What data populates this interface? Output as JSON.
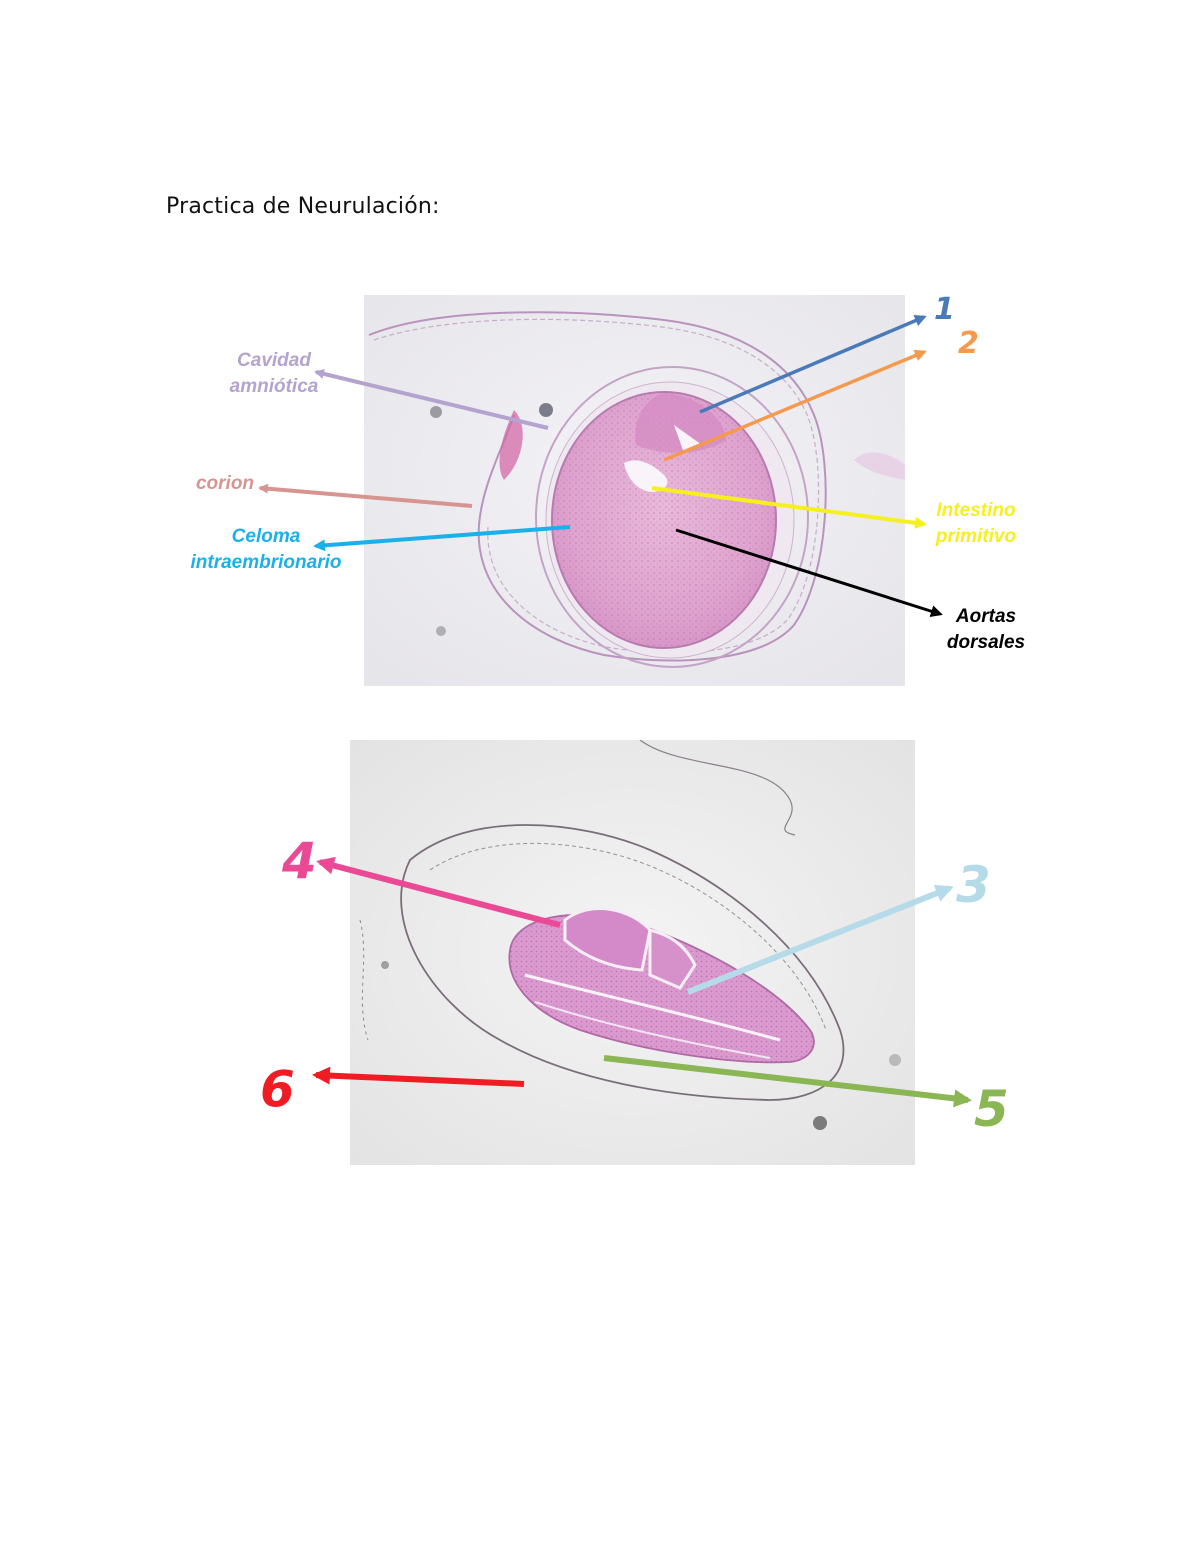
{
  "title": "Practica de Neurulación:",
  "figure1": {
    "labels": {
      "cavidad_line1": "Cavidad",
      "cavidad_line2": "amniótica",
      "corion": "corion",
      "celoma_line1": "Celoma",
      "celoma_line2": "intraembrionario",
      "num1": "1",
      "num2": "2",
      "intestino_line1": "Intestino",
      "intestino_line2": "primitivo",
      "aortas_line1": "Aortas",
      "aortas_line2": "dorsales"
    },
    "colors": {
      "cavidad": "#b4a3cf",
      "corion": "#d79591",
      "celoma": "#1ab0ea",
      "num1": "#4a7ab8",
      "num2": "#f59a4c",
      "intestino": "#f5f01e",
      "aortas": "#000000"
    }
  },
  "figure2": {
    "labels": {
      "num3": "3",
      "num4": "4",
      "num5": "5",
      "num6": "6"
    },
    "colors": {
      "num3": "#b5dbe9",
      "num4": "#ea4a95",
      "num5": "#8bb654",
      "num6": "#ef1c24"
    }
  }
}
